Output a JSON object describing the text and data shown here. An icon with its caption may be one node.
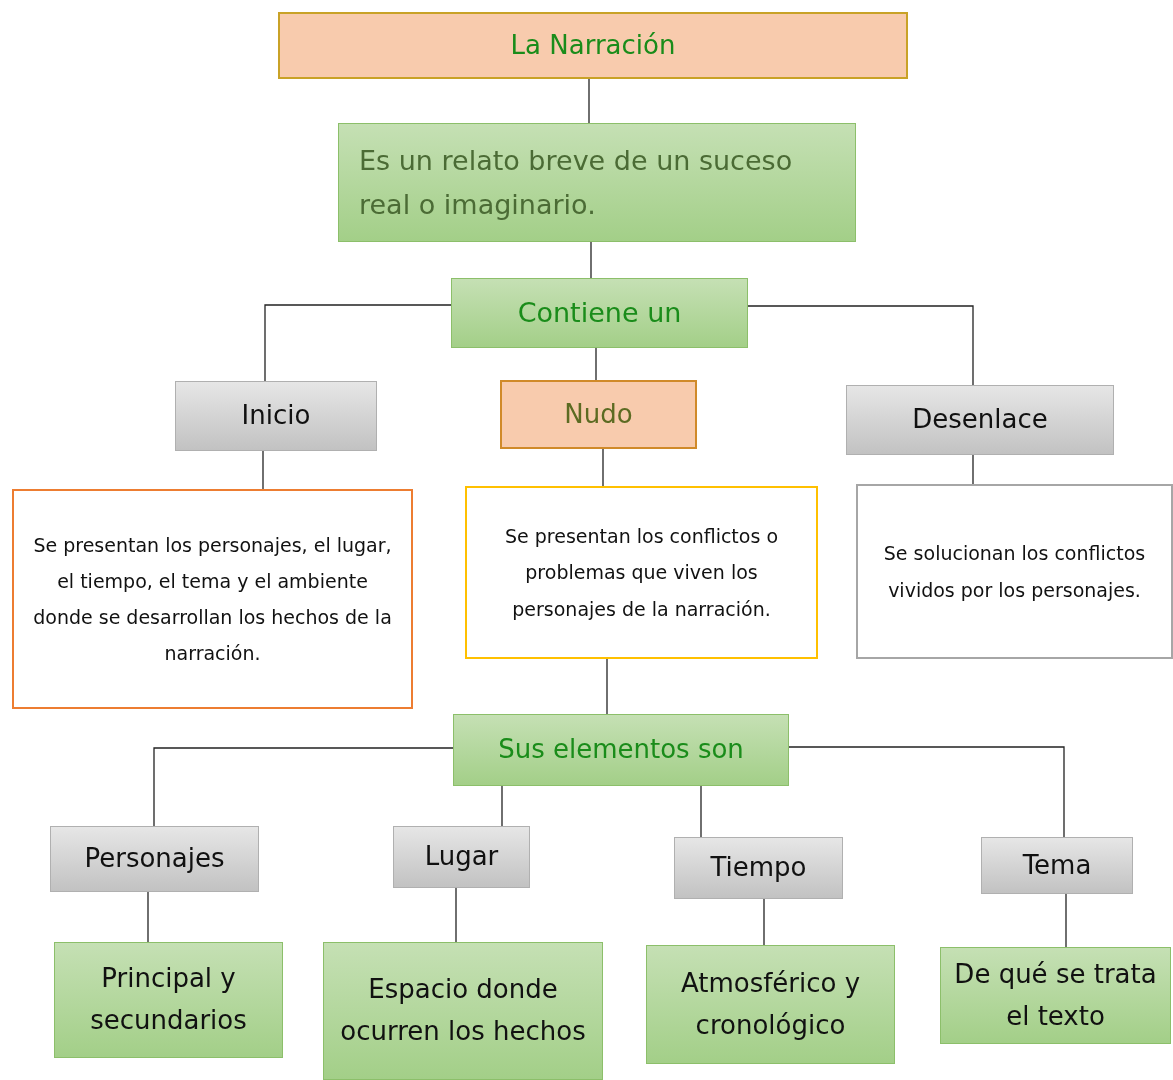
{
  "diagram": {
    "nodes": [
      {
        "text": [
          "La Narración"
        ]
      },
      {
        "text": [
          "Es un relato breve de un suceso real o imaginario."
        ]
      },
      {
        "text": [
          "Contiene un"
        ]
      },
      {
        "text": [
          "Inicio"
        ]
      },
      {
        "text": [
          "Nudo"
        ]
      },
      {
        "text": [
          "Desenlace"
        ]
      },
      {
        "text": [
          "Se presentan los personajes, el lugar, el tiempo, el tema y el ambiente donde se desarrollan los hechos de la narración."
        ]
      },
      {
        "text": [
          "Se presentan los conflictos o problemas que viven los personajes de la narración."
        ]
      },
      {
        "text": [
          "Se solucionan los conflictos vividos por los personajes."
        ]
      },
      {
        "text": [
          "Sus elementos son"
        ]
      },
      {
        "text": [
          "Personajes"
        ]
      },
      {
        "text": [
          "Lugar"
        ]
      },
      {
        "text": [
          "Tiempo"
        ]
      },
      {
        "text": [
          "Tema"
        ]
      },
      {
        "text": [
          "Principal y secundarios"
        ]
      },
      {
        "text": [
          "Espacio donde ocurren los hechos"
        ]
      },
      {
        "text": [
          "Atmosférico y cronológico"
        ]
      },
      {
        "text": [
          "De qué se trata el texto"
        ]
      }
    ],
    "edges": [
      {
        "from": 0,
        "to": 1,
        "arrow": "none"
      },
      {
        "from": 1,
        "to": 2,
        "arrow": "none"
      },
      {
        "from": 2,
        "to": 3,
        "arrow": "none"
      },
      {
        "from": 2,
        "to": 4,
        "arrow": "none"
      },
      {
        "from": 2,
        "to": 5,
        "arrow": "none"
      },
      {
        "from": 3,
        "to": 6,
        "arrow": "none"
      },
      {
        "from": 4,
        "to": 7,
        "arrow": "none"
      },
      {
        "from": 5,
        "to": 8,
        "arrow": "none"
      },
      {
        "from": 7,
        "to": 9,
        "arrow": "none"
      },
      {
        "from": 9,
        "to": 10,
        "arrow": "none"
      },
      {
        "from": 9,
        "to": 11,
        "arrow": "none"
      },
      {
        "from": 9,
        "to": 12,
        "arrow": "none"
      },
      {
        "from": 9,
        "to": 13,
        "arrow": "none"
      },
      {
        "from": 10,
        "to": 14,
        "arrow": "none"
      },
      {
        "from": 11,
        "to": 15,
        "arrow": "none"
      },
      {
        "from": 12,
        "to": 16,
        "arrow": "none"
      },
      {
        "from": 13,
        "to": 17,
        "arrow": "none"
      }
    ]
  }
}
